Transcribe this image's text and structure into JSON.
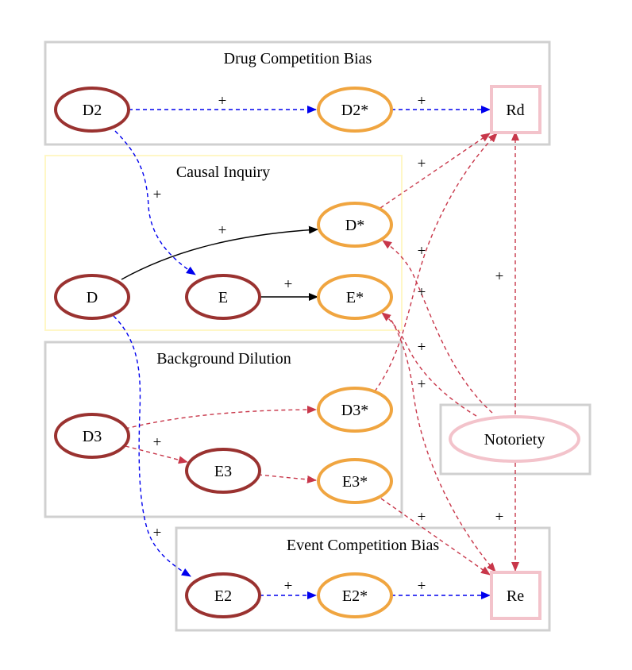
{
  "colors": {
    "cluster_gray": "#d0d0d0",
    "cluster_yellow": "#fff7c6",
    "node_dark_red": "#9a3230",
    "node_orange": "#f0a540",
    "node_pink": "#f3c3cb",
    "edge_blue": "#0000ee",
    "edge_red": "#c8374a",
    "edge_black": "#000000"
  },
  "clusters": {
    "drug_competition": {
      "label": "Drug Competition Bias"
    },
    "causal_inquiry": {
      "label": "Causal Inquiry"
    },
    "background_dilution": {
      "label": "Background Dilution"
    },
    "event_competition": {
      "label": "Event Competition Bias"
    },
    "notoriety_box": {
      "label": ""
    }
  },
  "nodes": {
    "D2": "D2",
    "D2s": "D2*",
    "Rd": "Rd",
    "D": "D",
    "E": "E",
    "Ds": "D*",
    "Es": "E*",
    "D3": "D3",
    "E3": "E3",
    "D3s": "D3*",
    "E3s": "E3*",
    "Notoriety": "Notoriety",
    "E2": "E2",
    "E2s": "E2*",
    "Re": "Re"
  },
  "edges": [
    {
      "from": "D2",
      "to": "D2*",
      "label": "+",
      "style": "dashed",
      "color": "blue"
    },
    {
      "from": "D2*",
      "to": "Rd",
      "label": "+",
      "style": "dashed",
      "color": "blue"
    },
    {
      "from": "D2",
      "to": "E",
      "label": "+",
      "style": "dashed",
      "color": "blue"
    },
    {
      "from": "D",
      "to": "D*",
      "label": "+",
      "style": "solid",
      "color": "black"
    },
    {
      "from": "E",
      "to": "E*",
      "label": "+",
      "style": "solid",
      "color": "black"
    },
    {
      "from": "D*",
      "to": "Rd",
      "label": "+",
      "style": "dashed",
      "color": "red"
    },
    {
      "from": "D3*",
      "to": "Rd",
      "label": "+",
      "style": "dashed",
      "color": "red"
    },
    {
      "from": "Notoriety",
      "to": "Rd",
      "label": "+",
      "style": "dashed",
      "color": "red"
    },
    {
      "from": "Notoriety",
      "to": "D*",
      "label": "+",
      "style": "dashed",
      "color": "red"
    },
    {
      "from": "Notoriety",
      "to": "E*",
      "label": "+",
      "style": "dashed",
      "color": "red"
    },
    {
      "from": "D3",
      "to": "D3*",
      "label": "",
      "style": "dashed",
      "color": "red"
    },
    {
      "from": "D3",
      "to": "E3",
      "label": "+",
      "style": "dashed",
      "color": "red"
    },
    {
      "from": "E3",
      "to": "E3*",
      "label": "",
      "style": "dashed",
      "color": "red"
    },
    {
      "from": "D",
      "to": "E2",
      "label": "+",
      "style": "dashed",
      "color": "blue"
    },
    {
      "from": "E2",
      "to": "E2*",
      "label": "+",
      "style": "dashed",
      "color": "blue"
    },
    {
      "from": "E2*",
      "to": "Re",
      "label": "+",
      "style": "dashed",
      "color": "blue"
    },
    {
      "from": "E*",
      "to": "Re",
      "label": "+",
      "style": "dashed",
      "color": "red"
    },
    {
      "from": "E3*",
      "to": "Re",
      "label": "+",
      "style": "dashed",
      "color": "red"
    },
    {
      "from": "Notoriety",
      "to": "Re",
      "label": "+",
      "style": "dashed",
      "color": "red"
    }
  ]
}
